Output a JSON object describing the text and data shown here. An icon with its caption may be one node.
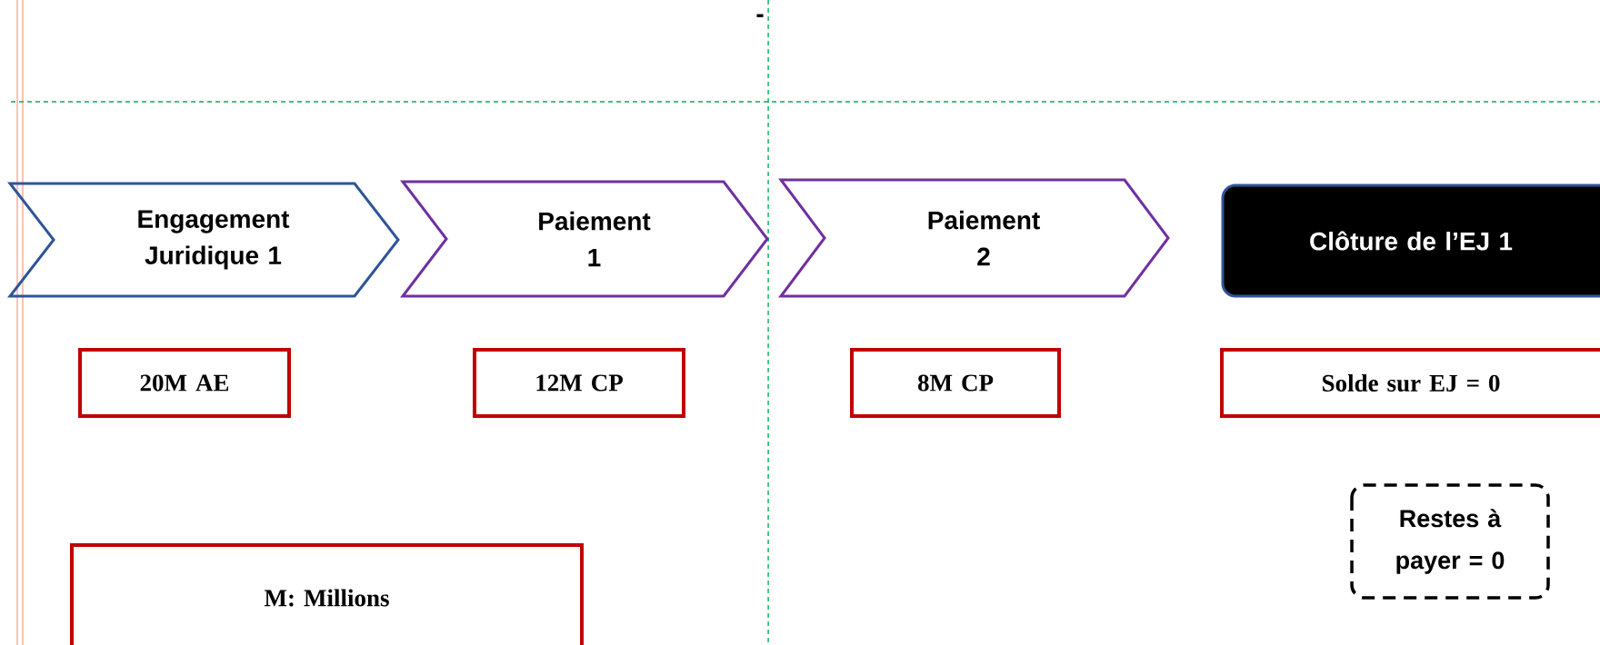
{
  "diagram": {
    "nodes": [
      {
        "text": [
          "Engagement Juridique 1"
        ]
      },
      {
        "text": [
          "Paiement 1"
        ]
      },
      {
        "text": [
          "Paiement 2"
        ]
      },
      {
        "text": [
          "Clôture de l’EJ 1"
        ]
      },
      {
        "text": [
          "20M AE"
        ]
      },
      {
        "text": [
          "12M CP"
        ]
      },
      {
        "text": [
          "8M CP"
        ]
      },
      {
        "text": [
          "Solde sur EJ = 0"
        ]
      },
      {
        "text": [
          "Restes à payer = 0"
        ]
      },
      {
        "text": [
          "M: Millions"
        ]
      }
    ],
    "labels": [
      "-"
    ]
  }
}
